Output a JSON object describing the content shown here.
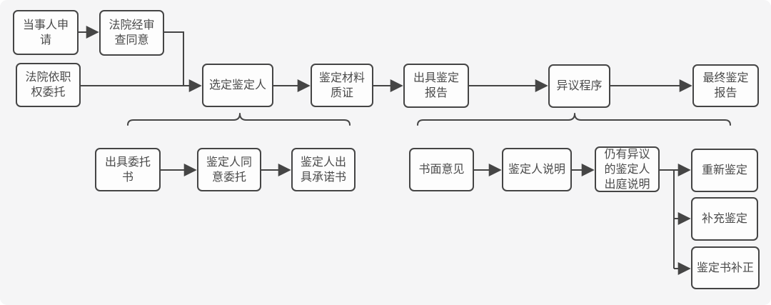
{
  "colors": {
    "background": "#f5f5f6",
    "node_fill": "#fdfdfd",
    "node_border": "#454545",
    "text": "#4a4a4a",
    "connector": "#454545"
  },
  "nodes": [
    {
      "id": "party-application",
      "label": "当事人申\n请"
    },
    {
      "id": "court-review-approval",
      "label": "法院经审\n查同意"
    },
    {
      "id": "court-ex-officio-entrustment",
      "label": "法院依职\n权委托"
    },
    {
      "id": "select-appraiser",
      "label": "选定鉴定人"
    },
    {
      "id": "appraisal-material-cross-exam",
      "label": "鉴定材料\n质证"
    },
    {
      "id": "issue-appraisal-report",
      "label": "出具鉴定\n报告"
    },
    {
      "id": "objection-procedure",
      "label": "异议程序"
    },
    {
      "id": "final-appraisal-report",
      "label": "最终鉴定\n报告"
    },
    {
      "id": "issue-entrustment-letter",
      "label": "出具委托\n书"
    },
    {
      "id": "appraiser-accepts-entrustment",
      "label": "鉴定人同\n意委托"
    },
    {
      "id": "appraiser-commitment-letter",
      "label": "鉴定人出\n具承诺书"
    },
    {
      "id": "written-opinion",
      "label": "书面意见"
    },
    {
      "id": "appraiser-explanation",
      "label": "鉴定人说明"
    },
    {
      "id": "appraiser-court-appearance",
      "label": "仍有异议\n的鉴定人\n出庭说明"
    },
    {
      "id": "re-appraisal",
      "label": "重新鉴定"
    },
    {
      "id": "supplementary-appraisal",
      "label": "补充鉴定"
    },
    {
      "id": "appraisal-report-correction",
      "label": "鉴定书补正"
    }
  ]
}
